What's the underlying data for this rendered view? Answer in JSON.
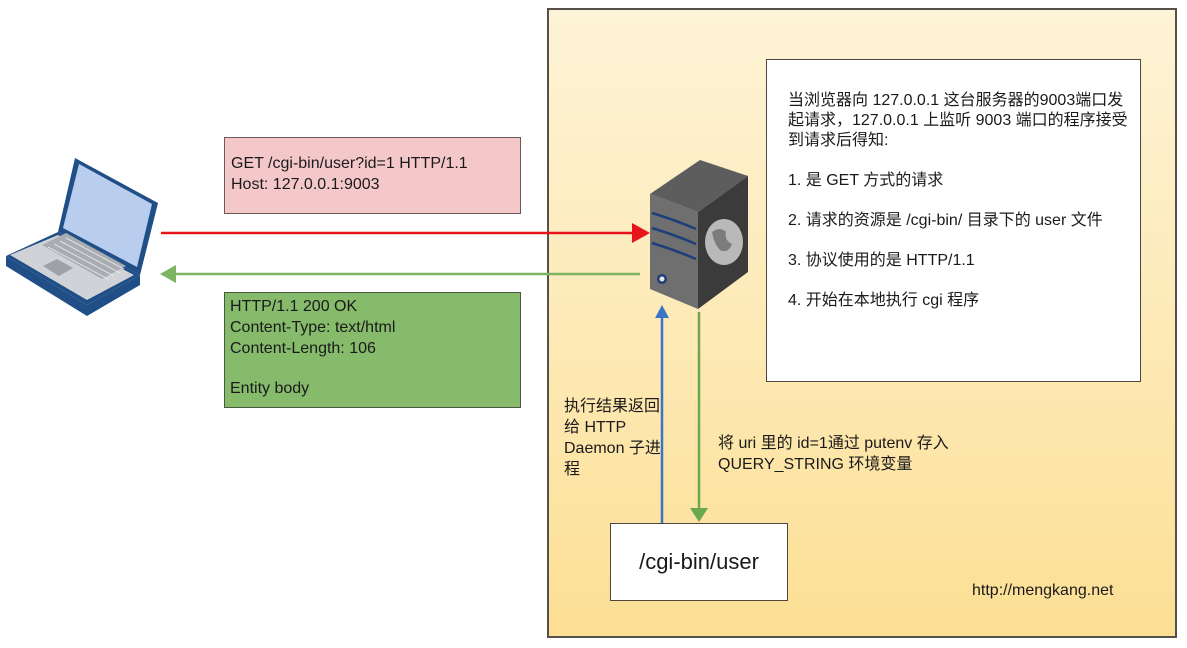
{
  "diagram": {
    "request_box": {
      "lines": [
        "GET /cgi-bin/user?id=1 HTTP/1.1",
        "Host: 127.0.0.1:9003"
      ],
      "color": "#f4c7c9"
    },
    "response_box": {
      "lines": [
        "HTTP/1.1 200 OK",
        "Content-Type: text/html",
        "Content-Length: 106",
        "Entity body"
      ],
      "color": "#85bb6b"
    },
    "info_box": {
      "intro": "当浏览器向 127.0.0.1 这台服务器的9003端口发起请求，127.0.0.1 上监听 9003 端口的程序接受到请求后得知:",
      "items": [
        "1. 是 GET 方式的请求",
        "2. 请求的资源是 /cgi-bin/ 目录下的 user 文件",
        "3. 协议使用的是 HTTP/1.1",
        "4. 开始在本地执行 cgi 程序"
      ]
    },
    "cgi_box": {
      "label": "/cgi-bin/user"
    },
    "label_return": "执行结果返回给 HTTP Daemon 子进程",
    "label_putenv": "将 uri 里的 id=1通过 putenv 存入 QUERY_STRING 环境变量",
    "site": "http://mengkang.net",
    "icons": {
      "client": "laptop-icon",
      "server": "server-tower-icon"
    },
    "arrow_colors": {
      "request": "#e8141b",
      "response": "#7cb461",
      "return": "#3a74c8",
      "putenv": "#6aa84f"
    }
  }
}
